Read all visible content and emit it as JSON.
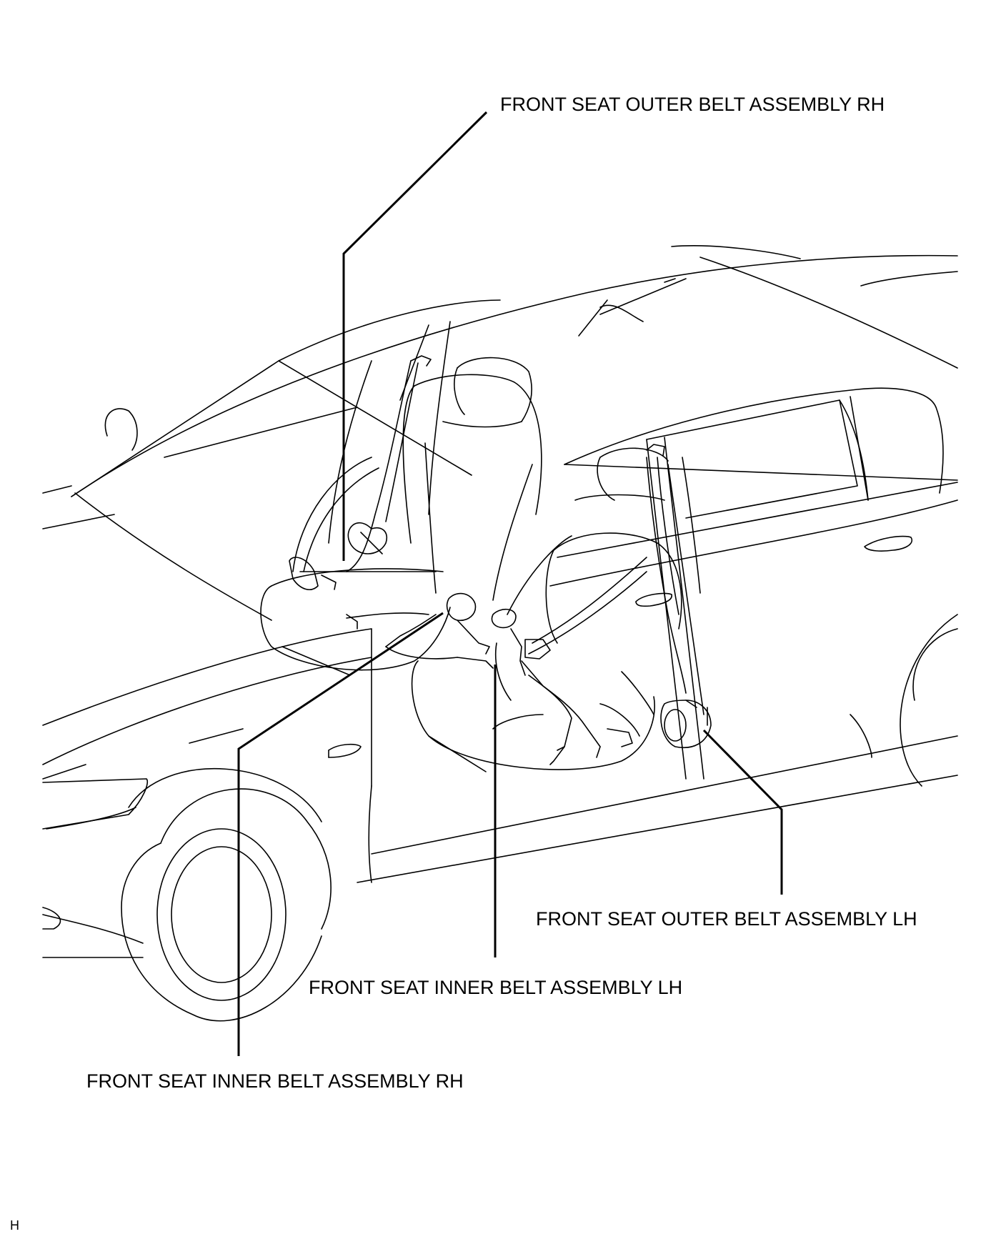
{
  "labels": {
    "outer_rh": "FRONT SEAT OUTER BELT ASSEMBLY RH",
    "outer_lh": "FRONT SEAT OUTER BELT ASSEMBLY LH",
    "inner_lh": "FRONT SEAT INNER BELT ASSEMBLY LH",
    "inner_rh": "FRONT SEAT INNER BELT ASSEMBLY RH"
  },
  "figure_code": "H",
  "colors": {
    "line": "#000000",
    "background": "#ffffff"
  }
}
